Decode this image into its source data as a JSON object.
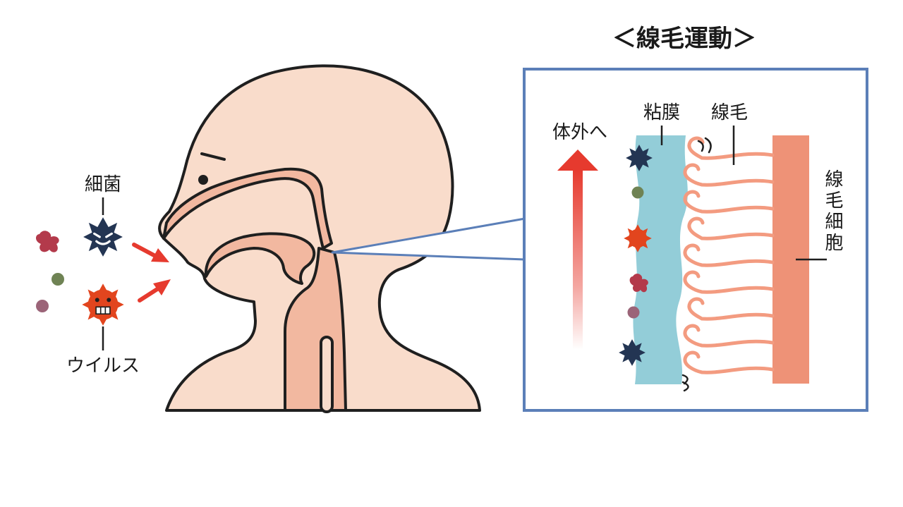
{
  "title": "＜線毛運動＞",
  "labels": {
    "bacteria": "細菌",
    "virus": "ウイルス",
    "to_outside": "体外へ",
    "mucus": "粘膜",
    "cilia": "線毛",
    "ciliated_cell": "線毛細胞"
  },
  "colors": {
    "outline": "#1f1f1f",
    "skin": "#f9dccb",
    "airway": "#f2b8a0",
    "mucus_layer": "#93cdd8",
    "cilia": "#f39b80",
    "ciliated_cell": "#ee9277",
    "inset_frame": "#5b7fb8",
    "arrow_red": "#e63a2e",
    "bacteria": "#233553",
    "virus": "#e2451e",
    "particle_red": "#b33a4b",
    "particle_green": "#6f8354",
    "particle_mauve": "#9b6478"
  }
}
